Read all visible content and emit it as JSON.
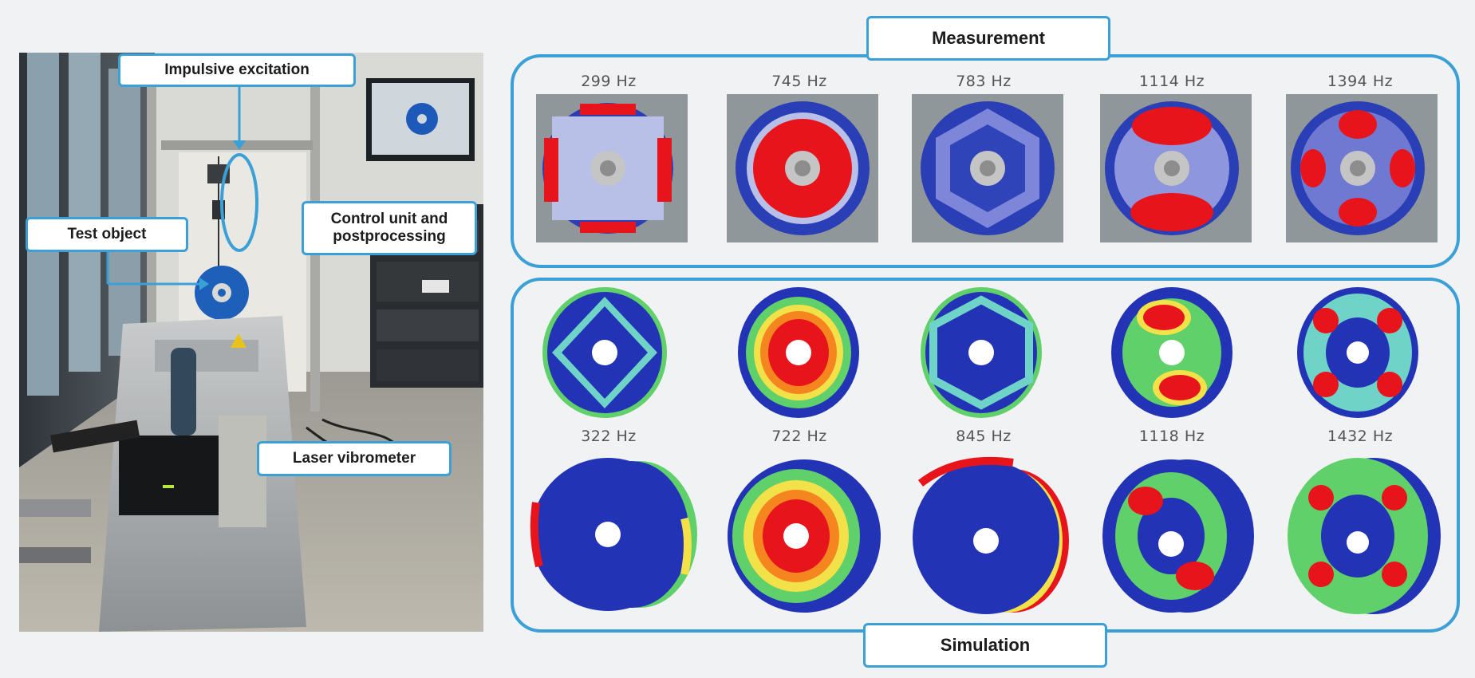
{
  "photo": {
    "callouts": {
      "impulse": "Impulsive excitation",
      "test_object": "Test object",
      "control_line1": "Control unit and",
      "control_line2": "postprocessing",
      "laser": "Laser vibrometer"
    }
  },
  "measurement": {
    "title": "Measurement",
    "modes": [
      {
        "freq": "299 Hz",
        "pattern": "square-edge"
      },
      {
        "freq": "745 Hz",
        "pattern": "center-red"
      },
      {
        "freq": "783 Hz",
        "pattern": "hexagon"
      },
      {
        "freq": "1114 Hz",
        "pattern": "two-lobe"
      },
      {
        "freq": "1394 Hz",
        "pattern": "four-lobe"
      }
    ]
  },
  "simulation": {
    "title": "Simulation",
    "modes": [
      {
        "freq": "322 Hz"
      },
      {
        "freq": "722 Hz"
      },
      {
        "freq": "845 Hz"
      },
      {
        "freq": "1118 Hz"
      },
      {
        "freq": "1432 Hz"
      }
    ]
  },
  "colors": {
    "accent": "#3aa0d6",
    "mode_blue": "#2234b5",
    "mode_red": "#e8141c",
    "mode_green": "#5fd06a",
    "mode_yellow": "#f3e14a"
  }
}
